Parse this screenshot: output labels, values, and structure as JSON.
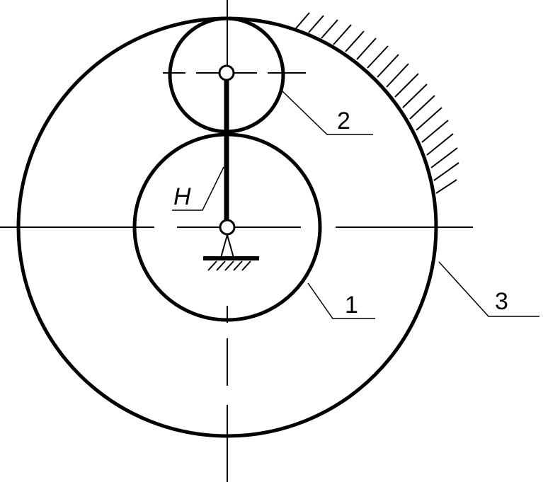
{
  "labels": {
    "gear1": "1",
    "gear2": "2",
    "gear3": "3",
    "carrier": "H"
  },
  "colors": {
    "stroke": "#000000",
    "background": "#ffffff"
  }
}
